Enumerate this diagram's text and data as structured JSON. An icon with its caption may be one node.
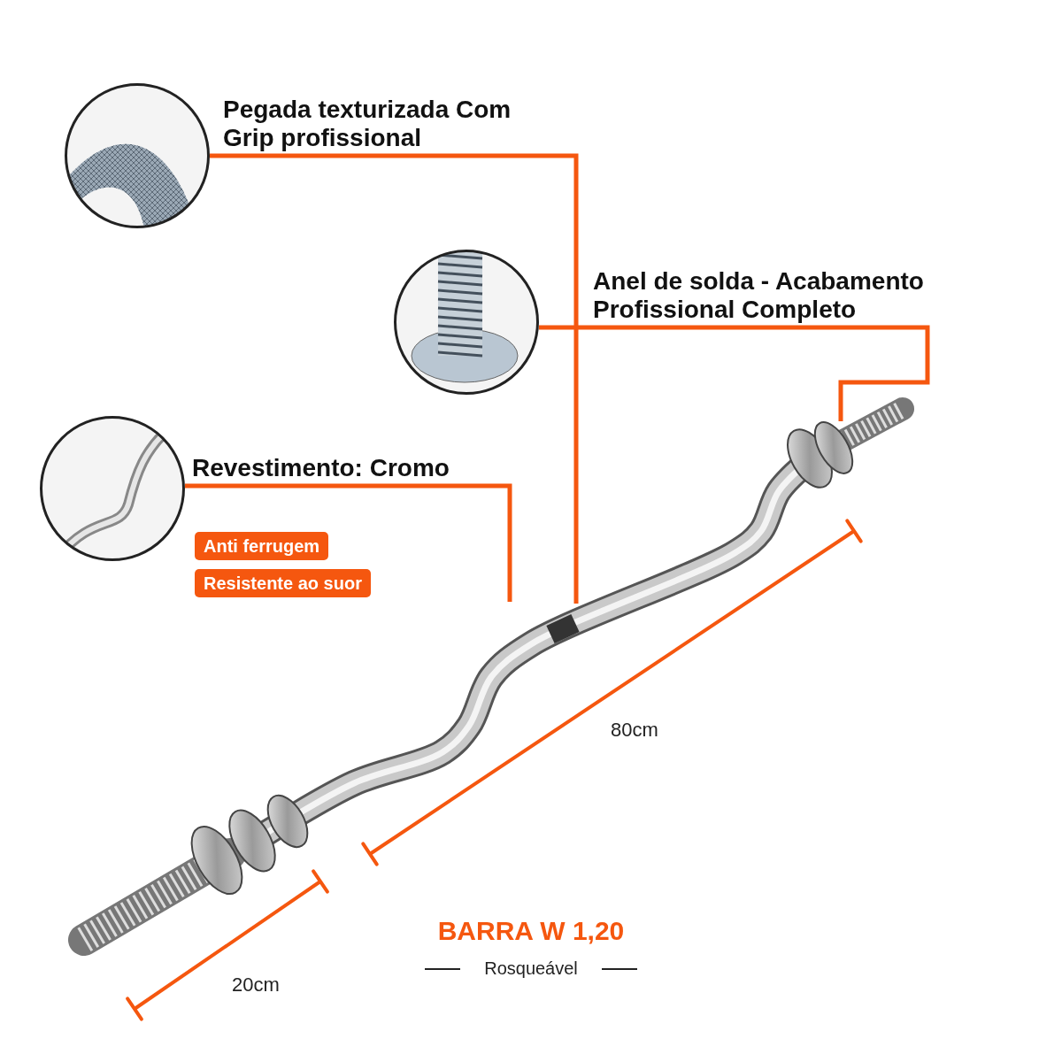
{
  "diagram": {
    "nodes": [
      {
        "text": [],
        "shape": "picture"
      },
      {
        "text": [],
        "shape": "picture"
      },
      {
        "text": [],
        "shape": "picture"
      }
    ],
    "edges": [
      {
        "from": 0,
        "to": null,
        "arrow": "none",
        "label": "Pegada texturizada Com Grip profissional"
      },
      {
        "from": 1,
        "to": null,
        "arrow": "none",
        "label": "Anel de solda - Acabamento Profissional Completo"
      },
      {
        "from": 2,
        "to": null,
        "arrow": "none",
        "label": "Revestimento: Cromo"
      }
    ],
    "labels": [
      "Anti ferrugem",
      "Resistente ao suor",
      "80cm",
      "20cm",
      "BARRA W 1,20",
      "Rosqueável"
    ]
  }
}
